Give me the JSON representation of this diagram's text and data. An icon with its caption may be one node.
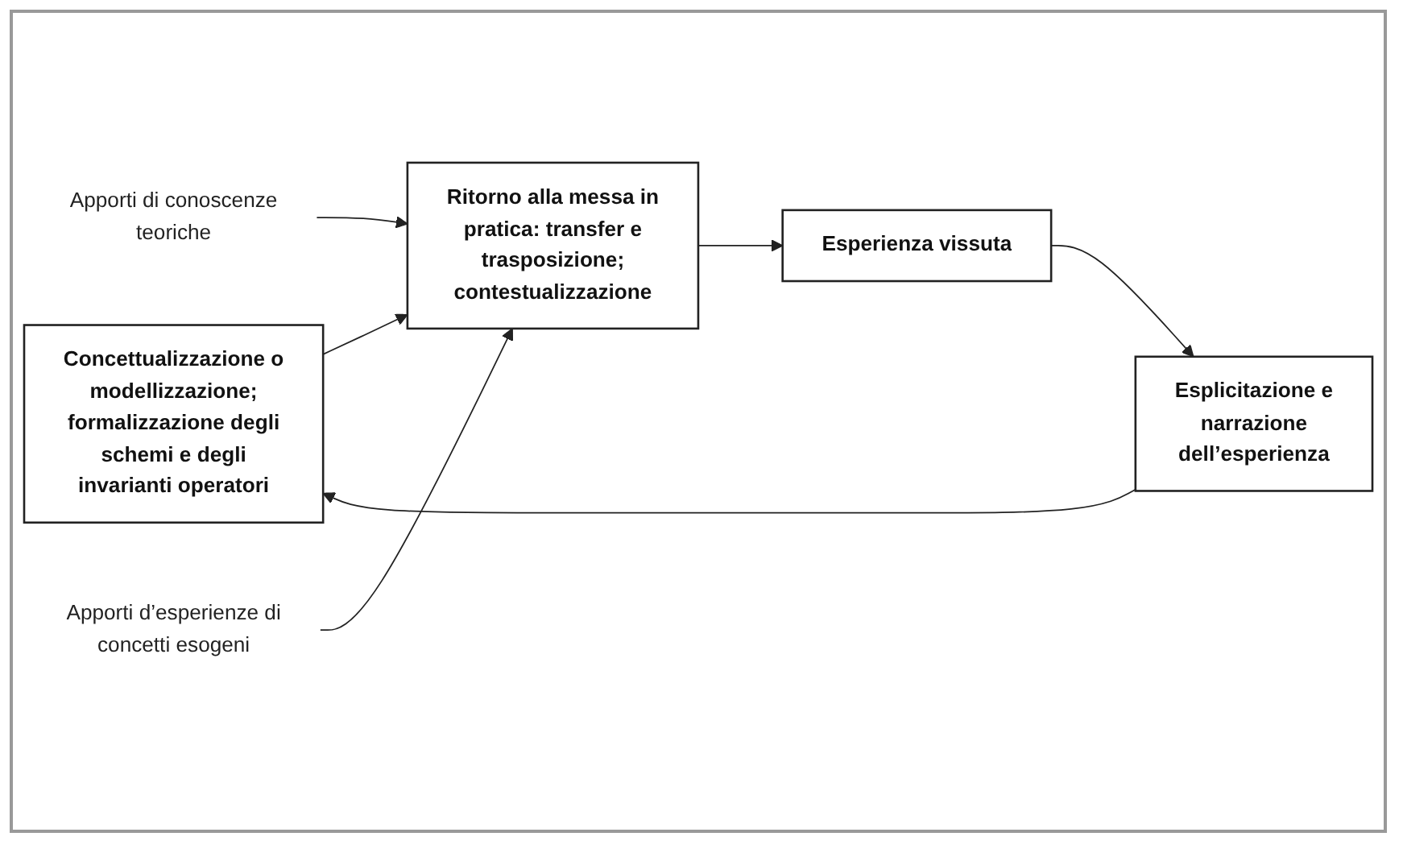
{
  "diagram": {
    "nodes": [
      {
        "text": [
          "Concettualizzazione o modellizzazione; formalizzazione degli schemi e degli invarianti operatori"
        ]
      },
      {
        "text": [
          "Apporti di conoscenze teoriche"
        ]
      },
      {
        "text": [
          "Apporti d’esperienze di concetti esogeni"
        ]
      },
      {
        "text": [
          "Esplicitazione e narrazione dell’esperienza"
        ]
      },
      {
        "text": [
          "Ritorno alla messa in pratica: transfer e trasposizione; contestualizzazione"
        ]
      },
      {
        "text": [
          "Esperienza vissuta"
        ]
      }
    ],
    "edges": [
      {
        "from": 3,
        "to": 0,
        "arrow": "to"
      },
      {
        "from": 0,
        "to": 4,
        "arrow": "to"
      },
      {
        "from": 1,
        "to": 4,
        "arrow": "to"
      },
      {
        "from": 2,
        "to": 4,
        "arrow": "to"
      },
      {
        "from": 4,
        "to": 5,
        "arrow": "to"
      },
      {
        "from": 5,
        "to": 3,
        "arrow": "to"
      }
    ]
  }
}
